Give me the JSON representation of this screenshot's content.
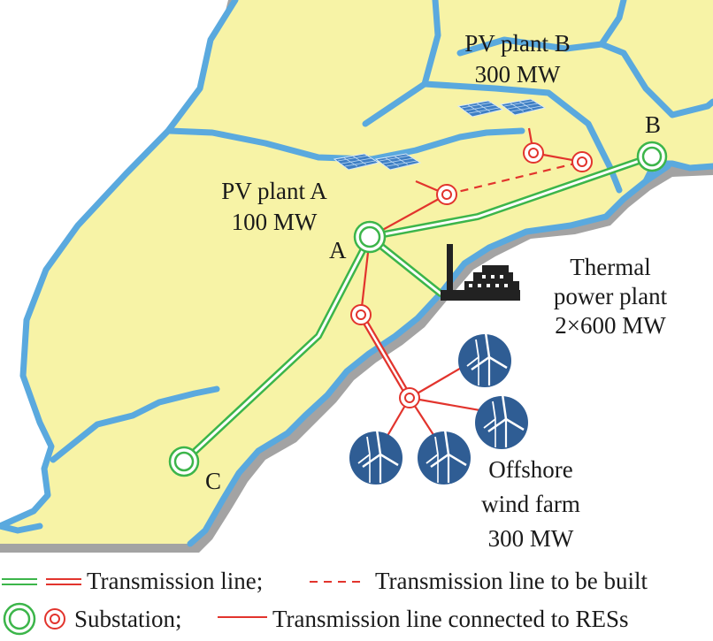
{
  "map": {
    "colors": {
      "land": "#f7f3a6",
      "coast_shadow": "#a6a6a6",
      "water_line": "#5aa9de",
      "green_line": "#3cb54a",
      "red_line": "#e2342d",
      "wind_bg": "#2f5d94",
      "pv_panel": "#3f7fc4"
    },
    "labels": {
      "pv_b": [
        "PV plant B",
        "300 MW"
      ],
      "pv_a": [
        "PV plant A",
        "100 MW"
      ],
      "node_a": "A",
      "node_b": "B",
      "node_c": "C",
      "thermal": [
        "Thermal",
        "power plant",
        "2×600 MW"
      ],
      "wind": [
        "Offshore",
        "wind farm",
        "300 MW"
      ]
    },
    "icons": [
      "pv-panel-icon",
      "thermal-plant-icon",
      "wind-turbine-icon",
      "substation-icon"
    ]
  },
  "legend": {
    "row1": {
      "transmission_line": "Transmission line;",
      "to_be_built": "Transmission line to be built"
    },
    "row2": {
      "substation": "Substation;",
      "connected_res": "Transmission line connected to RESs"
    }
  }
}
